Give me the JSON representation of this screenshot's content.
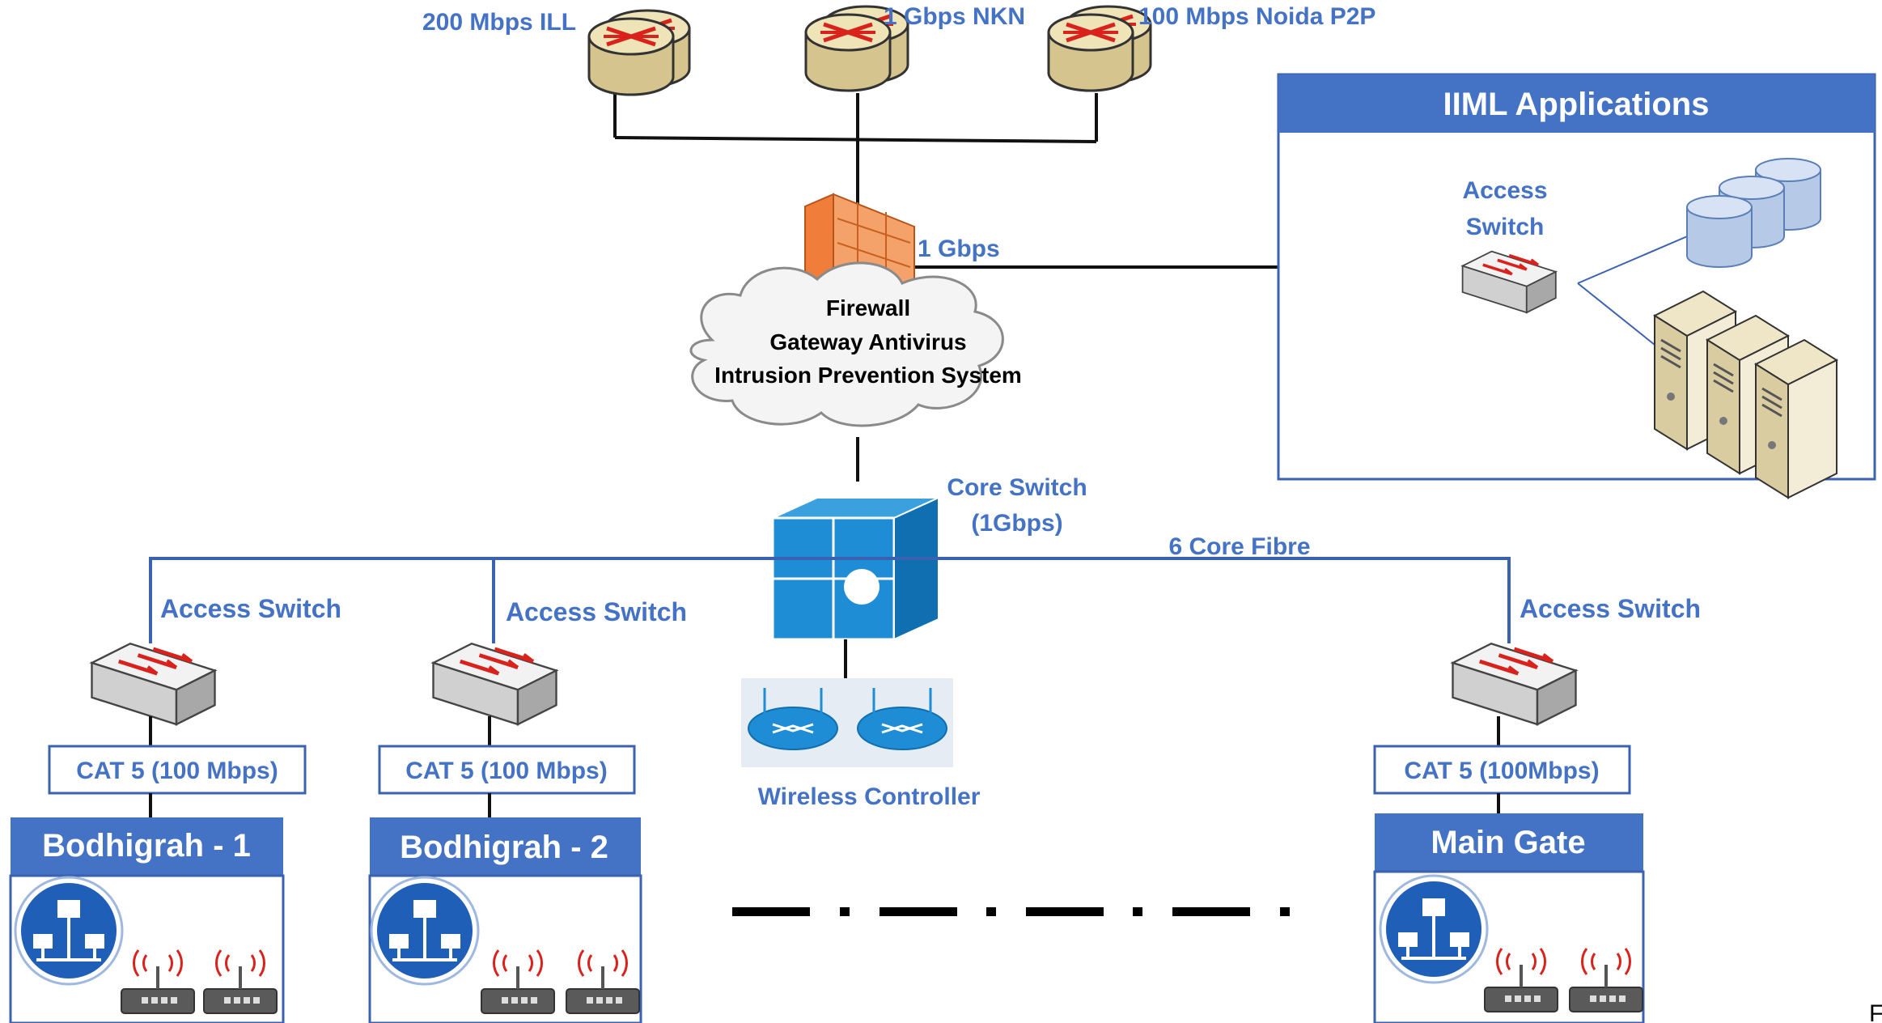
{
  "wan_links": [
    "200 Mbps ILL",
    "1 Gbps NKN",
    "100 Mbps Noida P2P"
  ],
  "firewall": {
    "link_label": "1 Gbps",
    "lines": [
      "Firewall",
      "Gateway Antivirus",
      "Intrusion Prevention System"
    ]
  },
  "applications": {
    "title": "IIML Applications",
    "switch_label_line1": "Access",
    "switch_label_line2": "Switch"
  },
  "core": {
    "label_line1": "Core Switch",
    "label_line2": "(1Gbps)",
    "fibre_label": "6 Core Fibre",
    "wireless_label": "Wireless Controller"
  },
  "sites": [
    {
      "switch_label": "Access Switch",
      "cable_label": "CAT 5 (100 Mbps)",
      "name": "Bodhigrah - 1"
    },
    {
      "switch_label": "Access Switch",
      "cable_label": "CAT 5 (100 Mbps)",
      "name": "Bodhigrah - 2"
    },
    {
      "switch_label": "Access Switch",
      "cable_label": "CAT 5 (100Mbps)",
      "name": "Main Gate"
    }
  ],
  "edge_char": "F",
  "colors": {
    "accent": "#4472c4",
    "firewall": "#f07d3a",
    "switch_arrow": "#d9221c",
    "cisco_blue": "#1f8dd6"
  }
}
